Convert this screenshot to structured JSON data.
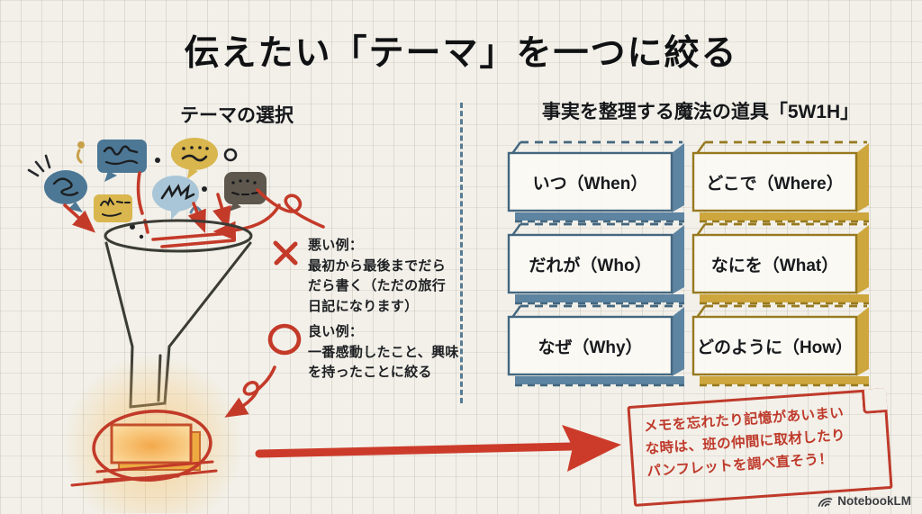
{
  "title": "伝えたい「テーマ」を一つに絞る",
  "left_panel": {
    "heading": "テーマの選択",
    "illustration": "speech-bubbles-falling-into-funnel-producing-glowing-card",
    "bad_example": {
      "mark_icon": "x-mark-icon",
      "text": "悪い例：\n最初から最後までだら\nだら書く（ただの旅行\n日記になります）"
    },
    "good_example": {
      "mark_icon": "circle-mark-icon",
      "text": "良い例：\n一番感動したこと、興味\nを持ったことに絞る"
    }
  },
  "right_panel": {
    "heading": "事実を整理する魔法の道具「5W1H」",
    "boxes": [
      {
        "label": "いつ（When）",
        "variant": "blue"
      },
      {
        "label": "どこで（Where）",
        "variant": "gold"
      },
      {
        "label": "だれが（Who）",
        "variant": "blue"
      },
      {
        "label": "なにを（What）",
        "variant": "gold"
      },
      {
        "label": "なぜ（Why）",
        "variant": "blue"
      },
      {
        "label": "どのように（How）",
        "variant": "gold"
      }
    ]
  },
  "note": {
    "text": "メモを忘れたり記憶があいまい\nな時は、班の仲間に取材したり\nパンフレットを調べ直そう！"
  },
  "footer": {
    "logo_text": "NotebookLM",
    "logo_icon": "notebooklm-icon"
  },
  "icons": {
    "funnel": "funnel-illustration",
    "bubbles": "speech-bubble-cluster",
    "big_arrow": "big-red-arrow-right",
    "loop_arrow": "red-loop-arrow",
    "note_paper": "folded-corner-note"
  },
  "colors": {
    "background": "#f2f0e9",
    "grid_line": "#dcdad0",
    "ink": "#15171a",
    "red": "#c43a29",
    "steel_blue": "#5d84a1",
    "steel_blue_edge": "#44677f",
    "gold": "#cda63e",
    "gold_edge": "#97791f",
    "light_blue": "#a9c6d8",
    "dark_gray_bubble": "#5d574e",
    "glow_orange": "#f5b043",
    "note_red": "#bf3a2b"
  }
}
